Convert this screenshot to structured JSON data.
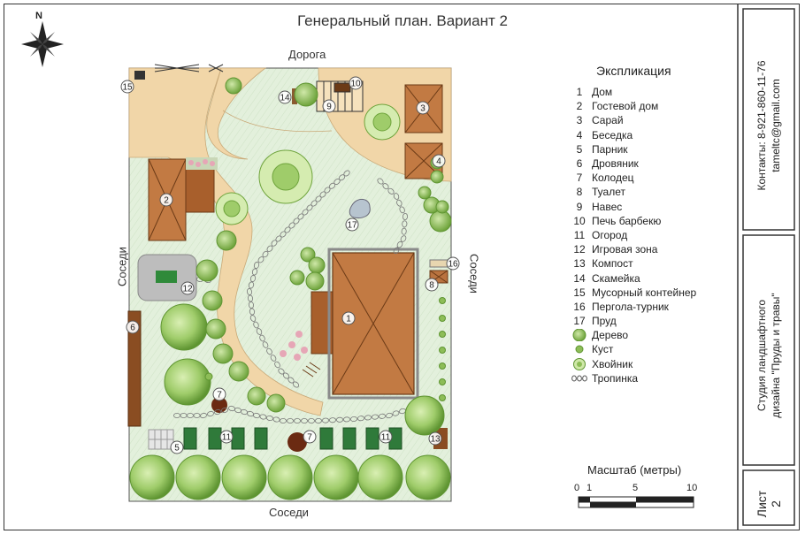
{
  "title": "Генеральный план. Вариант 2",
  "labels": {
    "road": "Дорога",
    "neighbors_left": "Соседи",
    "neighbors_right": "Соседи",
    "neighbors_bottom": "Соседи"
  },
  "compass": {
    "north": "N"
  },
  "legend": {
    "heading": "Экспликация",
    "items": [
      {
        "num": "1",
        "label": "Дом"
      },
      {
        "num": "2",
        "label": "Гостевой дом"
      },
      {
        "num": "3",
        "label": "Сарай"
      },
      {
        "num": "4",
        "label": "Беседка"
      },
      {
        "num": "5",
        "label": "Парник"
      },
      {
        "num": "6",
        "label": "Дровяник"
      },
      {
        "num": "7",
        "label": "Колодец"
      },
      {
        "num": "8",
        "label": "Туалет"
      },
      {
        "num": "9",
        "label": "Навес"
      },
      {
        "num": "10",
        "label": "Печь барбекю"
      },
      {
        "num": "11",
        "label": "Огород"
      },
      {
        "num": "12",
        "label": "Игровая зона"
      },
      {
        "num": "13",
        "label": "Компост"
      },
      {
        "num": "14",
        "label": "Скамейка"
      },
      {
        "num": "15",
        "label": "Мусорный контейнер"
      },
      {
        "num": "16",
        "label": "Пергола-турник"
      },
      {
        "num": "17",
        "label": "Пруд"
      }
    ],
    "symbols": [
      {
        "icon": "tree-icon",
        "label": "Дерево"
      },
      {
        "icon": "bush-icon",
        "label": "Куст"
      },
      {
        "icon": "conifer-icon",
        "label": "Хвойник"
      },
      {
        "icon": "path-icon",
        "label": "Тропинка"
      }
    ]
  },
  "scale": {
    "caption": "Масштаб (метры)",
    "ticks": [
      "0",
      "1",
      "5",
      "10"
    ]
  },
  "titleblock": {
    "contacts_line1": "Контакты: 8-921-860-11-76",
    "contacts_line2": "tameltc@gmail.com",
    "studio_line1": "Студия ландшафтного",
    "studio_line2": "дизайна \"Пруды и травы\"",
    "sheet_label": "Лист",
    "sheet_number": "2"
  },
  "plan_markers": [
    "1",
    "2",
    "3",
    "4",
    "5",
    "6",
    "7",
    "7",
    "8",
    "9",
    "10",
    "11",
    "11",
    "12",
    "13",
    "14",
    "15",
    "16",
    "17"
  ],
  "colors": {
    "lawn": "#dfeed8",
    "paving": "#f1d6a8",
    "roof": "#b9733f",
    "roof_dark": "#8a4d22",
    "tree": "#9fcc6a",
    "tree_dark": "#6fa43c",
    "bed": "#2f7a3a",
    "gravel": "#bdbdbd"
  }
}
